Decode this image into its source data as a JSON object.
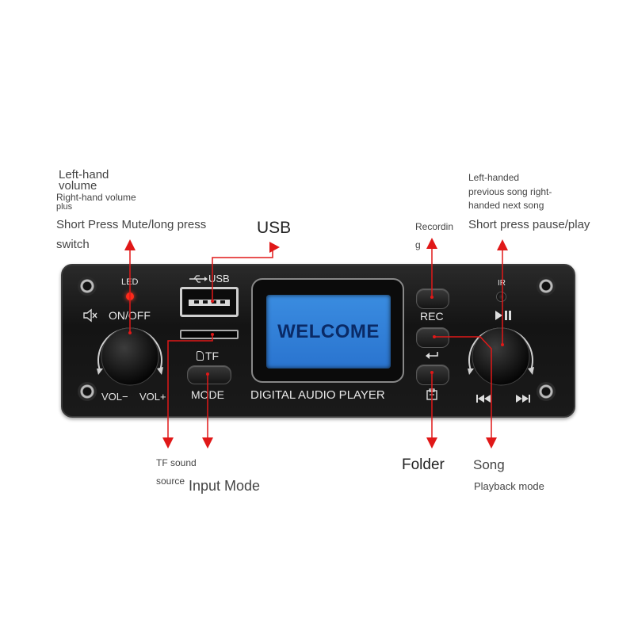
{
  "annotations": {
    "volume_line1": "Left-hand",
    "volume_line2": "volume",
    "volume_line3": "Right-hand volume",
    "volume_line4": "plus",
    "onoff_line1": "Short Press Mute/long press",
    "onoff_line2": "switch",
    "usb": "USB",
    "recording_line1": "Recordin",
    "recording_line2": "g",
    "song_line1": "Left-handed",
    "song_line2": "previous song right-",
    "song_line3": "handed next song",
    "song_line4": "Short press pause/play",
    "tf_line1": "TF sound",
    "tf_line2": "source",
    "input_mode": "Input Mode",
    "folder": "Folder",
    "song": "Song",
    "playback_mode": "Playback mode"
  },
  "panel": {
    "led_label": "LED",
    "onoff_label": "ON/OFF",
    "vol_minus": "VOL−",
    "vol_plus": "VOL+",
    "usb_label": "USB",
    "tf_label": "TF",
    "mode_label": "MODE",
    "display_text": "WELCOME",
    "product_name": "DIGITAL AUDIO PLAYER",
    "rec_label": "REC",
    "ir_label": "IR"
  },
  "colors": {
    "panel": "#1c1c1c",
    "display": "#2f7fd6",
    "display_text": "#0a2a66",
    "arrow": "#e01818",
    "led": "#ff2a1a"
  },
  "icons": {
    "mute": "speaker-mute-icon",
    "usb": "usb-icon",
    "play_pause": "play-pause-icon",
    "prev": "previous-track-icon",
    "next": "next-track-icon",
    "repeat": "repeat-icon",
    "folder": "folder-icon"
  }
}
